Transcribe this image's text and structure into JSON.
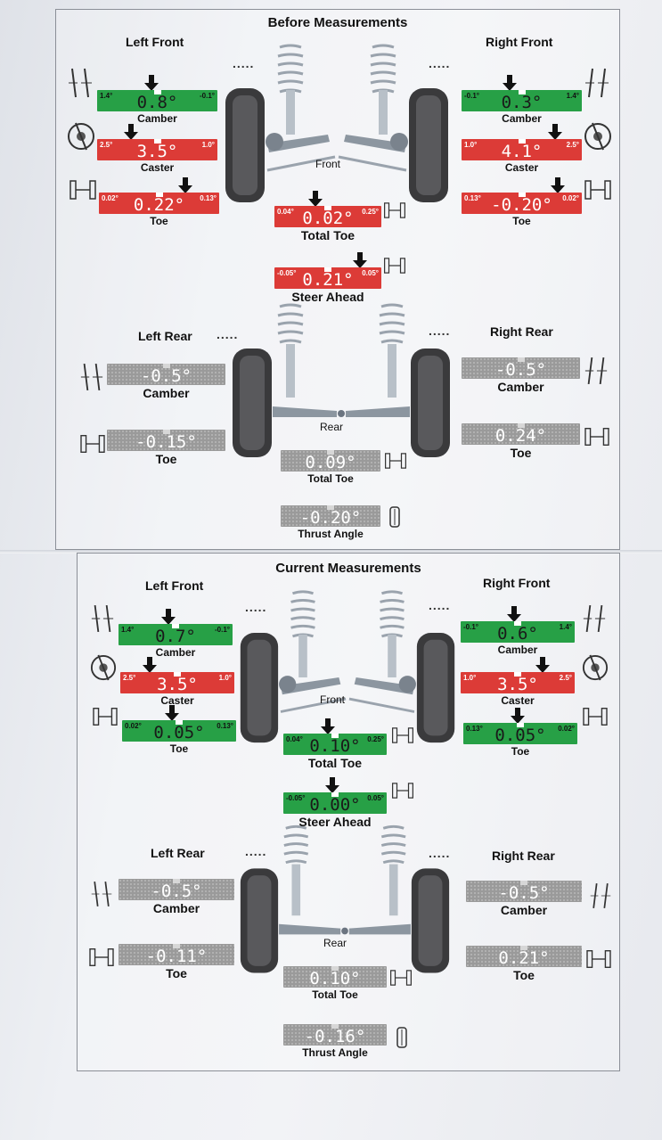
{
  "sections": [
    {
      "title": "Before Measurements",
      "left_front": "Left Front",
      "right_front": "Right Front",
      "left_rear": "Left Rear",
      "right_rear": "Right Rear",
      "front_label": "Front",
      "rear_label": "Rear",
      "lf_camber": {
        "value": "0.8°",
        "min": "1.4°",
        "max": "-0.1°",
        "label": "Camber",
        "status": "green"
      },
      "lf_caster": {
        "value": "3.5°",
        "min": "2.5°",
        "max": "1.0°",
        "label": "Caster",
        "status": "red"
      },
      "lf_toe": {
        "value": "0.22°",
        "min": "0.02°",
        "max": "0.13°",
        "label": "Toe",
        "status": "red"
      },
      "rf_camber": {
        "value": "0.3°",
        "min": "-0.1°",
        "max": "1.4°",
        "label": "Camber",
        "status": "green"
      },
      "rf_caster": {
        "value": "4.1°",
        "min": "1.0°",
        "max": "2.5°",
        "label": "Caster",
        "status": "red"
      },
      "rf_toe": {
        "value": "-0.20°",
        "min": "0.13°",
        "max": "0.02°",
        "label": "Toe",
        "status": "red"
      },
      "total_toe_front": {
        "value": "0.02°",
        "min": "0.04°",
        "max": "0.25°",
        "label": "Total Toe",
        "status": "red"
      },
      "steer_ahead": {
        "value": "0.21°",
        "min": "-0.05°",
        "max": "0.05°",
        "label": "Steer Ahead",
        "status": "red"
      },
      "lr_camber": {
        "value": "-0.5°",
        "label": "Camber",
        "status": "gray"
      },
      "lr_toe": {
        "value": "-0.15°",
        "label": "Toe",
        "status": "gray"
      },
      "rr_camber": {
        "value": "-0.5°",
        "label": "Camber",
        "status": "gray"
      },
      "rr_toe": {
        "value": "0.24°",
        "label": "Toe",
        "status": "gray"
      },
      "total_toe_rear": {
        "value": "0.09°",
        "label": "Total Toe",
        "status": "gray"
      },
      "thrust_angle": {
        "value": "-0.20°",
        "label": "Thrust Angle",
        "status": "gray"
      }
    },
    {
      "title": "Current Measurements",
      "left_front": "Left Front",
      "right_front": "Right Front",
      "left_rear": "Left Rear",
      "right_rear": "Right Rear",
      "front_label": "Front",
      "rear_label": "Rear",
      "lf_camber": {
        "value": "0.7°",
        "min": "1.4°",
        "max": "-0.1°",
        "label": "Camber",
        "status": "green"
      },
      "lf_caster": {
        "value": "3.5°",
        "min": "2.5°",
        "max": "1.0°",
        "label": "Caster",
        "status": "red"
      },
      "lf_toe": {
        "value": "0.05°",
        "min": "0.02°",
        "max": "0.13°",
        "label": "Toe",
        "status": "green"
      },
      "rf_camber": {
        "value": "0.6°",
        "min": "-0.1°",
        "max": "1.4°",
        "label": "Camber",
        "status": "green"
      },
      "rf_caster": {
        "value": "3.5°",
        "min": "1.0°",
        "max": "2.5°",
        "label": "Caster",
        "status": "red"
      },
      "rf_toe": {
        "value": "0.05°",
        "min": "0.13°",
        "max": "0.02°",
        "label": "Toe",
        "status": "green"
      },
      "total_toe_front": {
        "value": "0.10°",
        "min": "0.04°",
        "max": "0.25°",
        "label": "Total Toe",
        "status": "green"
      },
      "steer_ahead": {
        "value": "0.00°",
        "min": "-0.05°",
        "max": "0.05°",
        "label": "Steer Ahead",
        "status": "green"
      },
      "lr_camber": {
        "value": "-0.5°",
        "label": "Camber",
        "status": "gray"
      },
      "lr_toe": {
        "value": "-0.11°",
        "label": "Toe",
        "status": "gray"
      },
      "rr_camber": {
        "value": "-0.5°",
        "label": "Camber",
        "status": "gray"
      },
      "rr_toe": {
        "value": "0.21°",
        "label": "Toe",
        "status": "gray"
      },
      "total_toe_rear": {
        "value": "0.10°",
        "label": "Total Toe",
        "status": "gray"
      },
      "thrust_angle": {
        "value": "-0.16°",
        "label": "Thrust Angle",
        "status": "gray"
      }
    }
  ],
  "ellipsis": ".....",
  "colors": {
    "green": "#27a046",
    "red": "#dc3b37",
    "gray": "#9a9a9a",
    "arrow": "#111111"
  },
  "icons": [
    "camber-gauge-icon",
    "caster-wheel-icon",
    "toe-axle-icon",
    "thrust-angle-icon",
    "strut-suspension-icon"
  ]
}
